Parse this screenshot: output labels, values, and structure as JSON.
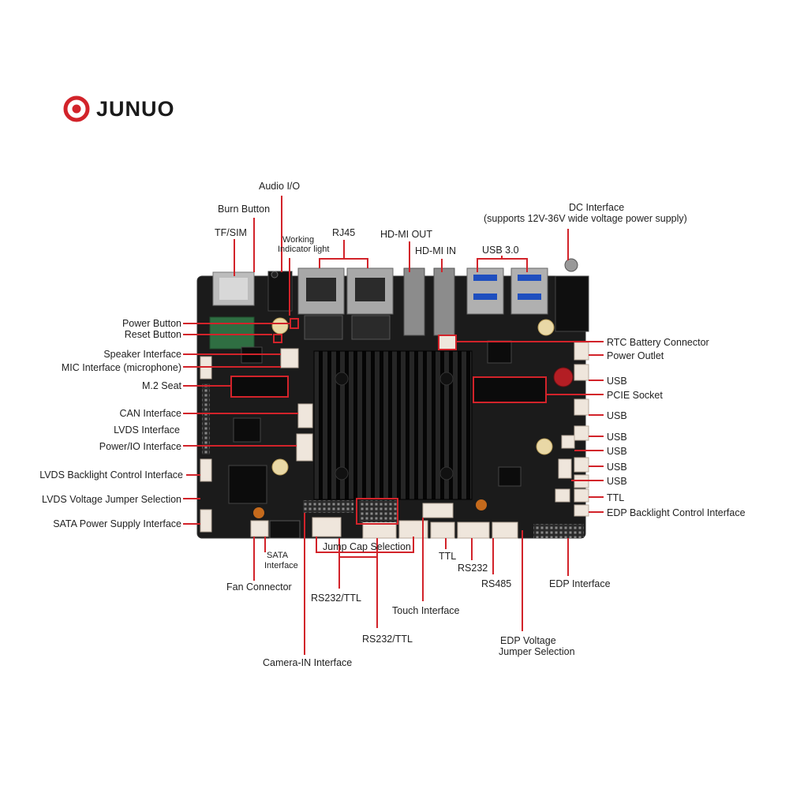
{
  "brand": {
    "name": "JUNUO",
    "colors": {
      "accent": "#d2232a",
      "board": "#1b1b1b",
      "heatsink": "#0d0d0d",
      "connector": "#efe6dc"
    }
  },
  "labels": {
    "audio_io": "Audio I/O",
    "burn_button": "Burn Button",
    "tf_sim": "TF/SIM",
    "working_indicator": "Working",
    "working_indicator_2": "Indicator light",
    "rj45": "RJ45",
    "hdmi_out": "HD-MI OUT",
    "hdmi_in": "HD-MI IN",
    "usb30": "USB 3.0",
    "dc_interface": "DC Interface",
    "dc_interface_note": "(supports 12V-36V wide voltage power supply)",
    "power_button": "Power Button",
    "reset_button": "Reset Button",
    "speaker_interface": "Speaker Interface",
    "mic_interface": "MIC Interface (microphone)",
    "m2_seat": "M.2 Seat",
    "can_interface": "CAN Interface",
    "lvds_interface": "LVDS Interface",
    "power_io_interface": "Power/IO Interface",
    "lvds_backlight": "LVDS Backlight Control Interface",
    "lvds_voltage_jumper": "LVDS Voltage Jumper Selection",
    "sata_power": "SATA Power Supply Interface",
    "rtc_battery": "RTC Battery Connector",
    "power_outlet": "Power Outlet",
    "usb_1": "USB",
    "pcie_socket": "PCIE Socket",
    "usb_2": "USB",
    "usb_3": "USB",
    "usb_4": "USB",
    "usb_5": "USB",
    "usb_6": "USB",
    "ttl_right": "TTL",
    "edp_backlight": "EDP Backlight Control Interface",
    "sata_interface": "SATA",
    "sata_interface_2": "Interface",
    "fan_connector": "Fan Connector",
    "jump_cap": "Jump Cap Selection",
    "ttl_bottom": "TTL",
    "rs232_bottom": "RS232",
    "rs485": "RS485",
    "edp_interface": "EDP Interface",
    "rs232_ttl_1": "RS232/TTL",
    "touch_interface": "Touch Interface",
    "rs232_ttl_2": "RS232/TTL",
    "edp_voltage": "EDP Voltage",
    "edp_voltage_2": "Jumper Selection",
    "camera_in": "Camera-IN Interface"
  }
}
